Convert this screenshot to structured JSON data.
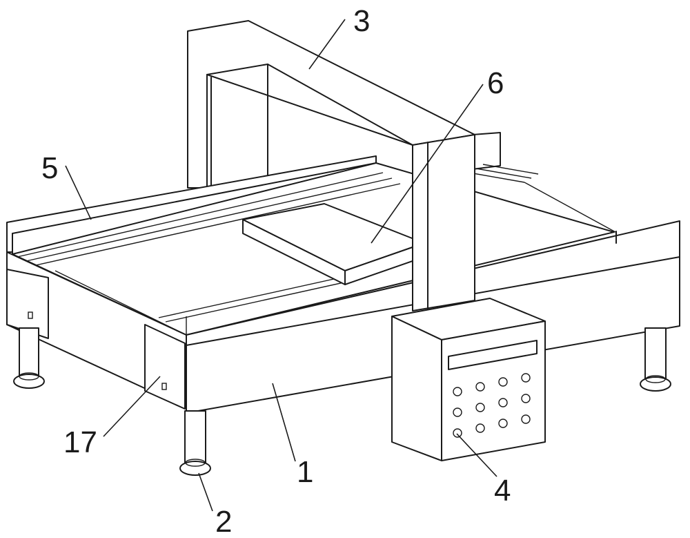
{
  "labels": {
    "l3": "3",
    "l6": "6",
    "l5": "5",
    "l17": "17",
    "l1": "1",
    "l2": "2",
    "l4": "4"
  },
  "colors": {
    "line": "#1a1a1a",
    "fill": "#ffffff"
  }
}
